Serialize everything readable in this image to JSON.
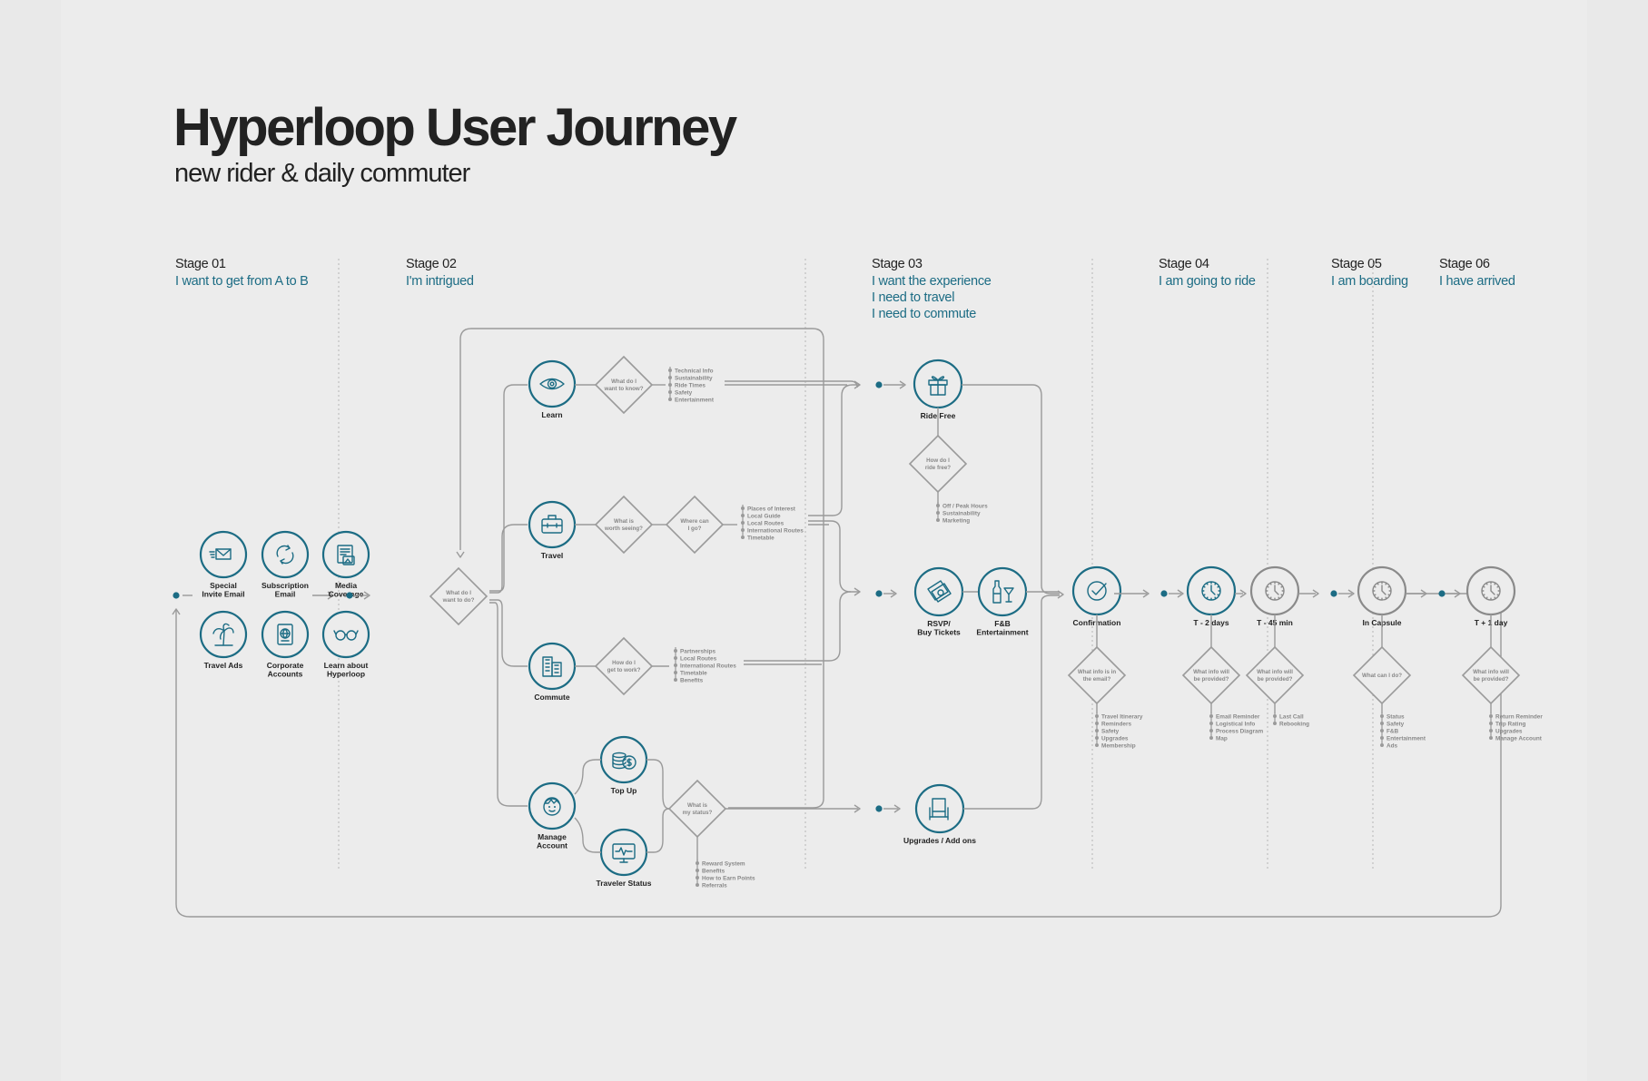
{
  "header": {
    "title": "Hyperloop User Journey",
    "subtitle": "new rider & daily commuter"
  },
  "stages": [
    {
      "number": "Stage 01",
      "lines": [
        "I want to get from A to B"
      ]
    },
    {
      "number": "Stage 02",
      "lines": [
        "I'm intrigued"
      ]
    },
    {
      "number": "Stage 03",
      "lines": [
        "I want the experience",
        "I need to travel",
        "I need to commute"
      ]
    },
    {
      "number": "Stage 04",
      "lines": [
        "I am going to ride"
      ]
    },
    {
      "number": "Stage 05",
      "lines": [
        "I am boarding"
      ]
    },
    {
      "number": "Stage 06",
      "lines": [
        "I have arrived"
      ]
    }
  ],
  "touchpoints": [
    {
      "id": "special-invite-email",
      "label": [
        "Special",
        "Invite Email"
      ],
      "icon": "envelope-icon"
    },
    {
      "id": "subscription-email",
      "label": [
        "Subscription",
        "Email"
      ],
      "icon": "refresh-icon"
    },
    {
      "id": "media-coverage",
      "label": [
        "Media",
        "Coverage"
      ],
      "icon": "newspaper-icon"
    },
    {
      "id": "travel-ads",
      "label": [
        "Travel Ads"
      ],
      "icon": "palm-tree-icon"
    },
    {
      "id": "corporate-accounts",
      "label": [
        "Corporate",
        "Accounts"
      ],
      "icon": "passport-icon"
    },
    {
      "id": "learn-about-hyperloop",
      "label": [
        "Learn about",
        "Hyperloop"
      ],
      "icon": "glasses-icon"
    },
    {
      "id": "learn",
      "label": [
        "Learn"
      ],
      "icon": "eye-icon"
    },
    {
      "id": "travel",
      "label": [
        "Travel"
      ],
      "icon": "suitcase-icon"
    },
    {
      "id": "commute",
      "label": [
        "Commute"
      ],
      "icon": "building-icon"
    },
    {
      "id": "manage-account",
      "label": [
        "Manage",
        "Account"
      ],
      "icon": "user-face-icon"
    },
    {
      "id": "top-up",
      "label": [
        "Top Up"
      ],
      "icon": "coins-icon"
    },
    {
      "id": "traveler-status",
      "label": [
        "Traveler Status"
      ],
      "icon": "monitor-icon"
    },
    {
      "id": "ride-free",
      "label": [
        "Ride Free"
      ],
      "icon": "gift-icon"
    },
    {
      "id": "rsvp-buy-tickets",
      "label": [
        "RSVP/",
        "Buy Tickets"
      ],
      "icon": "ticket-icon"
    },
    {
      "id": "fb-entertainment",
      "label": [
        "F&B",
        "Entertainment"
      ],
      "icon": "drinks-icon"
    },
    {
      "id": "upgrades-add-ons",
      "label": [
        "Upgrades / Add ons"
      ],
      "icon": "seat-icon"
    },
    {
      "id": "confirmation",
      "label": [
        "Confirmation"
      ],
      "icon": "check-icon"
    },
    {
      "id": "t-2-days",
      "label": [
        "T - 2 days"
      ],
      "icon": "clock-icon"
    },
    {
      "id": "t-45-min",
      "label": [
        "T - 45 min"
      ],
      "icon": "clock-icon"
    },
    {
      "id": "in-capsule",
      "label": [
        "In Capsule"
      ],
      "icon": "clock-icon"
    },
    {
      "id": "t-plus-1-day",
      "label": [
        "T + 1 day"
      ],
      "icon": "clock-icon"
    }
  ],
  "decisions": [
    {
      "id": "what-do-i-want-to-do",
      "label": [
        "What do I",
        "want to do?"
      ]
    },
    {
      "id": "what-do-i-want-to-know",
      "label": [
        "What do I",
        "want to know?"
      ]
    },
    {
      "id": "what-is-worth-seeing",
      "label": [
        "What is",
        "worth seeing?"
      ]
    },
    {
      "id": "where-can-i-go",
      "label": [
        "Where can",
        "I go?"
      ]
    },
    {
      "id": "how-do-i-get-to-work",
      "label": [
        "How do I",
        "get to work?"
      ]
    },
    {
      "id": "what-is-my-status",
      "label": [
        "What is",
        "my status?"
      ]
    },
    {
      "id": "how-do-i-ride-free",
      "label": [
        "How do I",
        "ride free?"
      ]
    },
    {
      "id": "what-info-is-in-the-email",
      "label": [
        "What info is in",
        "the email?"
      ]
    },
    {
      "id": "what-info-will-be-provided-1",
      "label": [
        "What info will",
        "be provided?"
      ]
    },
    {
      "id": "what-info-will-be-provided-2",
      "label": [
        "What info will",
        "be provided?"
      ]
    },
    {
      "id": "what-can-i-do",
      "label": [
        "What can I do?"
      ]
    },
    {
      "id": "what-info-will-be-provided-3",
      "label": [
        "What info will",
        "be provided?"
      ]
    }
  ],
  "info_lists": [
    {
      "id": "learn-info",
      "items": [
        "Technical Info",
        "Sustainability",
        "Ride Times",
        "Safety",
        "Entertainment"
      ]
    },
    {
      "id": "travel-info",
      "items": [
        "Places of Interest",
        "Local Guide",
        "Local Routes",
        "International Routes",
        "Timetable"
      ]
    },
    {
      "id": "commute-info",
      "items": [
        "Partnerships",
        "Local Routes",
        "International Routes",
        "Timetable",
        "Benefits"
      ]
    },
    {
      "id": "status-info",
      "items": [
        "Reward System",
        "Benefits",
        "How to Earn Points",
        "Referrals"
      ]
    },
    {
      "id": "ride-free-info",
      "items": [
        "Off / Peak Hours",
        "Sustainability",
        "Marketing"
      ]
    },
    {
      "id": "email-info",
      "items": [
        "Travel Itinerary",
        "Reminders",
        "Safety",
        "Upgrades",
        "Membership"
      ]
    },
    {
      "id": "t2-info",
      "items": [
        "Email Reminder",
        "Logistical Info",
        "Process Diagram",
        "Map"
      ]
    },
    {
      "id": "t45-info",
      "items": [
        "Last Call",
        "Rebooking"
      ]
    },
    {
      "id": "capsule-info",
      "items": [
        "Status",
        "Safety",
        "F&B",
        "Entertainment",
        "Ads"
      ]
    },
    {
      "id": "arrival-info",
      "items": [
        "Return Reminder",
        "Trip Rating",
        "Upgrades",
        "Manage Account"
      ]
    }
  ],
  "colors": {
    "accent": "#1c6c84",
    "line": "#9a9a9a",
    "text": "#222222",
    "muted": "#888888",
    "background": "#ececec"
  }
}
